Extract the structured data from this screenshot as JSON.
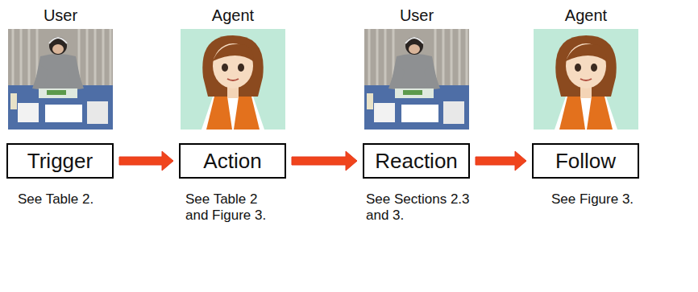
{
  "diagram": {
    "nodes": [
      {
        "text": [
          "Trigger"
        ]
      },
      {
        "text": [
          "Action"
        ]
      },
      {
        "text": [
          "Reaction"
        ]
      },
      {
        "text": [
          "Follow"
        ]
      }
    ],
    "edges": [
      {
        "from": 0,
        "to": 1,
        "arrow": "to"
      },
      {
        "from": 1,
        "to": 2,
        "arrow": "to"
      },
      {
        "from": 2,
        "to": 3,
        "arrow": "to"
      }
    ],
    "labels": [
      "User",
      "Agent",
      "User",
      "Agent",
      "See Table 2.",
      "See Table 2 and Figure 3.",
      "See Sections 2.3 and 3.",
      "See Figure 3."
    ]
  }
}
